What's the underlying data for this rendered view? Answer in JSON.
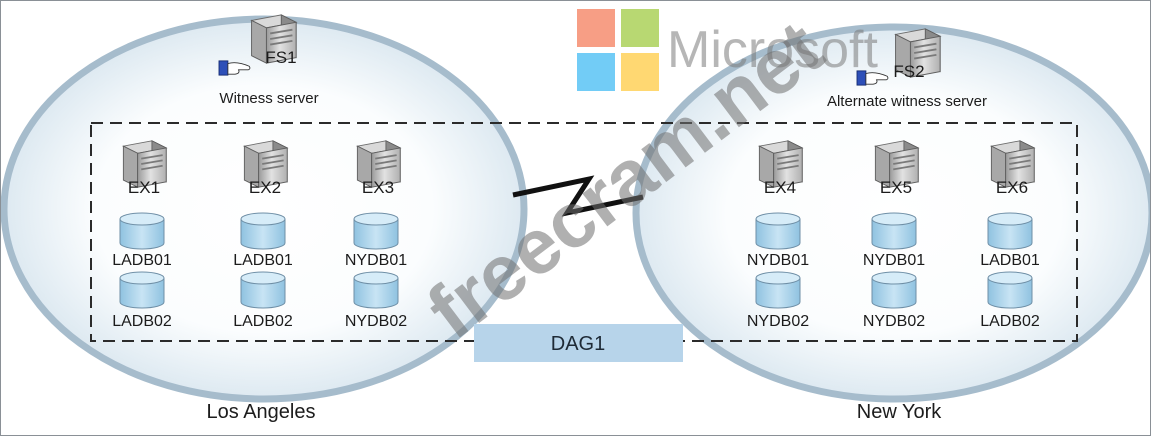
{
  "sites": {
    "left": {
      "name": "Los Angeles"
    },
    "right": {
      "name": "New York"
    }
  },
  "witness": {
    "primary": {
      "server": "FS1",
      "role": "Witness server"
    },
    "alternate": {
      "server": "FS2",
      "role": "Alternate witness server"
    }
  },
  "dag": {
    "label": "DAG1"
  },
  "servers": [
    {
      "name": "EX1",
      "databases": [
        "LADB01",
        "LADB02"
      ]
    },
    {
      "name": "EX2",
      "databases": [
        "LADB01",
        "LADB02"
      ]
    },
    {
      "name": "EX3",
      "databases": [
        "NYDB01",
        "NYDB02"
      ]
    },
    {
      "name": "EX4",
      "databases": [
        "NYDB01",
        "NYDB02"
      ]
    },
    {
      "name": "EX5",
      "databases": [
        "NYDB01",
        "NYDB02"
      ]
    },
    {
      "name": "EX6",
      "databases": [
        "LADB01",
        "LADB02"
      ]
    }
  ],
  "branding": {
    "logo_text": "Microsoft",
    "logo_colors": [
      "#f25022",
      "#7fba00",
      "#00a4ef",
      "#ffb900"
    ],
    "watermark": "freecram.net"
  },
  "colors": {
    "database": "#a9d2ea",
    "dag_box": "#b7d4ea",
    "ellipse_edge": "#a6bccc",
    "ellipse_fill": "#eef4f8"
  }
}
